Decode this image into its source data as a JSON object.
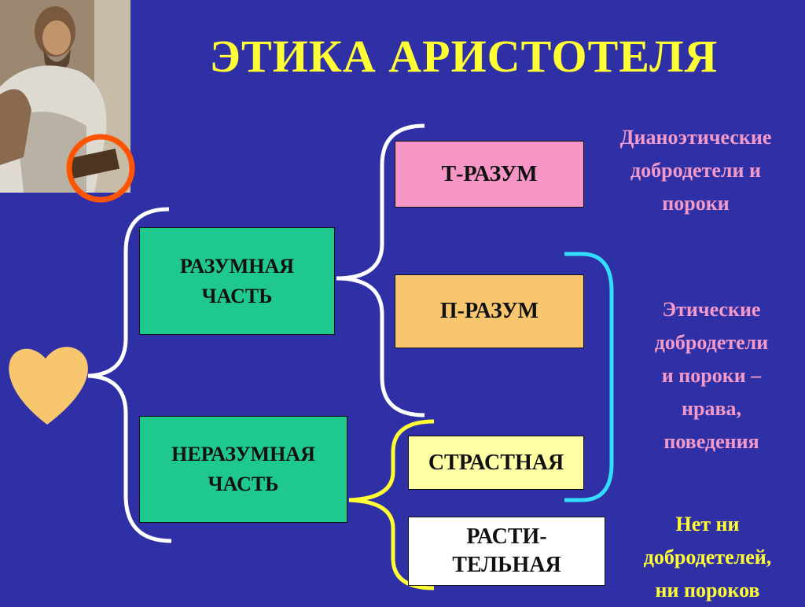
{
  "title": "ЭТИКА АРИСТОТЕЛЯ",
  "parts": {
    "rational": [
      "РАЗУМНАЯ",
      "ЧАСТЬ"
    ],
    "irrational": [
      "НЕРАЗУМНАЯ",
      "ЧАСТЬ"
    ]
  },
  "subparts": {
    "t_reason": "Т-РАЗУМ",
    "p_reason": "П-РАЗУМ",
    "passionate": "СТРАСТНАЯ",
    "vegetative": [
      "РАСТИ-",
      "ТЕЛЬНАЯ"
    ]
  },
  "notes": {
    "dianoetic": [
      "Дианоэтические",
      "добродетели и",
      "пороки"
    ],
    "ethical": [
      "Этические",
      "добродетели",
      "и пороки –",
      "нрава,",
      "поведения"
    ],
    "none": [
      "Нет ни",
      "добродетелей,",
      "ни пороков"
    ]
  },
  "colors": {
    "background": "#2f2fa6",
    "title": "#ffff33",
    "green_box": "#1fc98e",
    "pink_box": "#f596c6",
    "orange_box": "#f7c66e",
    "yellow_box": "#ffffa6",
    "pink_text": "#f49ac9",
    "cyan_bracket": "#33ddff",
    "heart": "#f7c66e",
    "circle": "#ff5500"
  },
  "icons": {
    "heart": "heart-icon",
    "portrait": "aristotle-portrait"
  }
}
